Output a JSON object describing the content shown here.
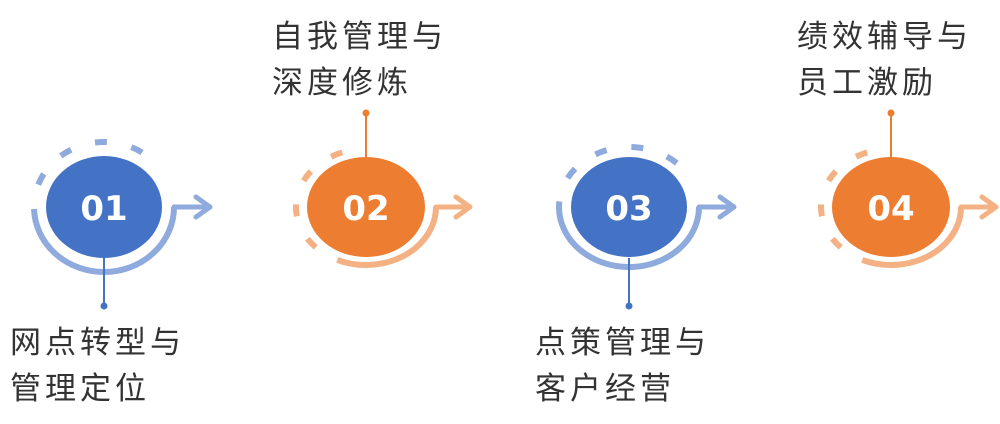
{
  "steps": [
    {
      "number": "01",
      "lines": [
        "网点转型与",
        "管理定位"
      ],
      "color": "#4472c4",
      "light": "#8faadc"
    },
    {
      "number": "02",
      "lines": [
        "自我管理与",
        "深度修炼"
      ],
      "color": "#ed7d31",
      "light": "#f4b183"
    },
    {
      "number": "03",
      "lines": [
        "点策管理与",
        "客户经营"
      ],
      "color": "#4472c4",
      "light": "#8faadc"
    },
    {
      "number": "04",
      "lines": [
        "绩效辅导与",
        "员工激励"
      ],
      "color": "#ed7d31",
      "light": "#f4b183"
    }
  ]
}
